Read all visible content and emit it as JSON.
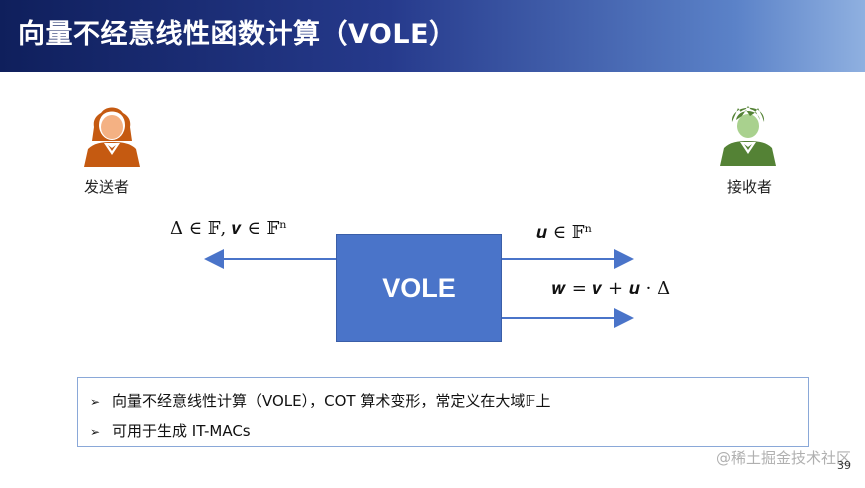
{
  "title": "向量不经意线性函数计算（VOLE）",
  "sender": {
    "label": "发送者",
    "icon": "female-person-icon",
    "color": "#c55a11"
  },
  "receiver": {
    "label": "接收者",
    "icon": "male-person-icon",
    "color": "#548235"
  },
  "sender_holds": "Δ ∈ 𝔽, 𝒗 ∈ 𝔽ⁿ",
  "receiver_gets_u": "𝒖 ∈ 𝔽ⁿ",
  "receiver_gets_w": "𝒘 = 𝒗 + 𝒖 · Δ",
  "box_label": "VOLE",
  "bullets": [
    "向量不经意线性计算（VOLE），COT 算术变形，常定义在大域𝔽上",
    "可用于生成 IT-MACs"
  ],
  "bullet_mark": "➢",
  "page_number": "39",
  "watermark": "@稀土掘金技术社区",
  "colors": {
    "title_bg": "#263a8c",
    "box": "#4a74c9",
    "arrow": "#4a74c9"
  }
}
